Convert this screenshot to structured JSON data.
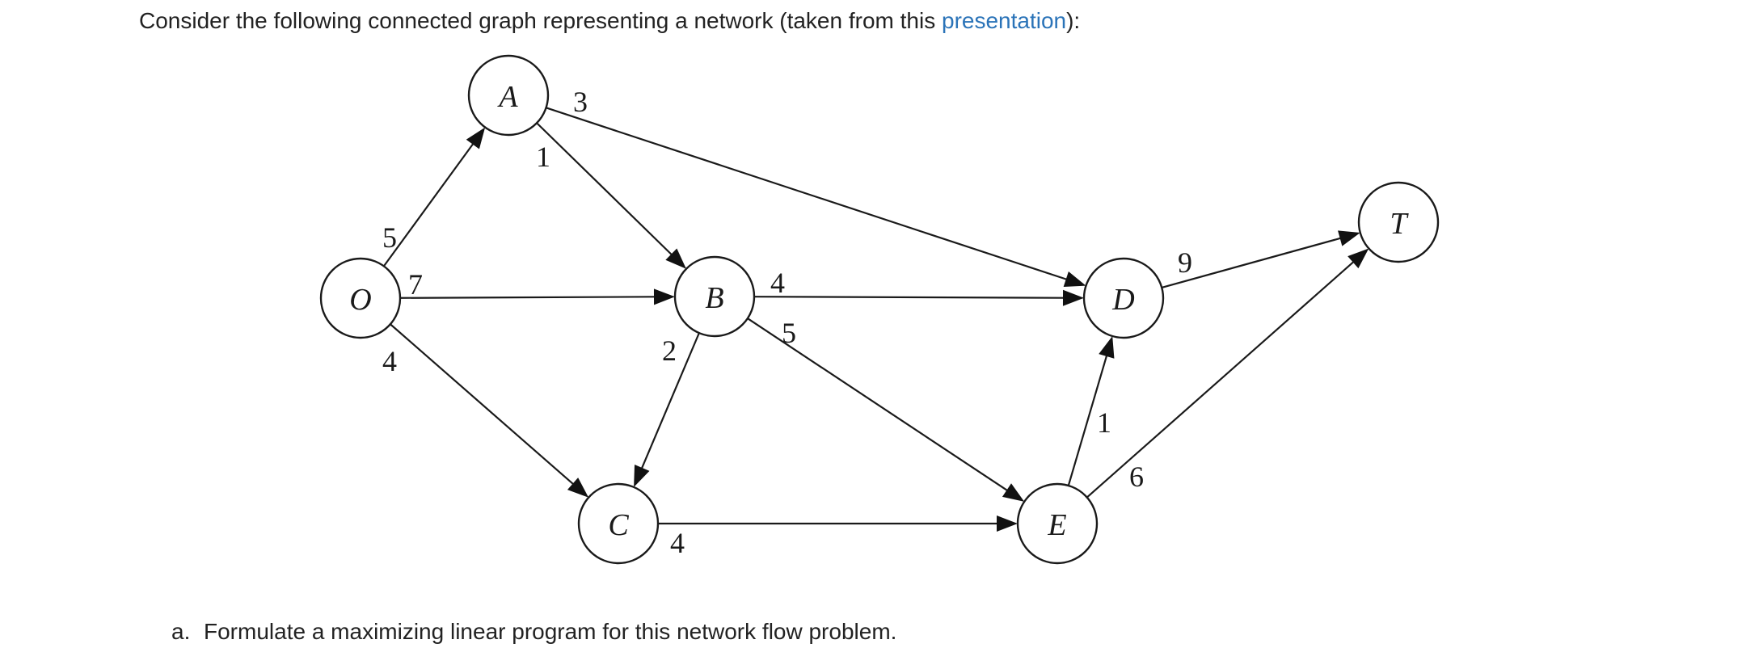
{
  "intro": {
    "before": "Consider the following connected graph representing a network (taken from this ",
    "link_text": "presentation",
    "after": "):"
  },
  "graph": {
    "nodes": [
      {
        "id": "O",
        "label": "O"
      },
      {
        "id": "A",
        "label": "A"
      },
      {
        "id": "B",
        "label": "B"
      },
      {
        "id": "C",
        "label": "C"
      },
      {
        "id": "D",
        "label": "D"
      },
      {
        "id": "E",
        "label": "E"
      },
      {
        "id": "T",
        "label": "T"
      }
    ],
    "edges": [
      {
        "from": "O",
        "to": "A",
        "capacity": "5"
      },
      {
        "from": "O",
        "to": "B",
        "capacity": "7"
      },
      {
        "from": "O",
        "to": "C",
        "capacity": "4"
      },
      {
        "from": "A",
        "to": "B",
        "capacity": "1"
      },
      {
        "from": "A",
        "to": "D",
        "capacity": "3"
      },
      {
        "from": "B",
        "to": "C",
        "capacity": "2"
      },
      {
        "from": "B",
        "to": "D",
        "capacity": "4"
      },
      {
        "from": "B",
        "to": "E",
        "capacity": "5"
      },
      {
        "from": "C",
        "to": "E",
        "capacity": "4"
      },
      {
        "from": "E",
        "to": "D",
        "capacity": "1"
      },
      {
        "from": "D",
        "to": "T",
        "capacity": "9"
      },
      {
        "from": "E",
        "to": "T",
        "capacity": "6"
      }
    ]
  },
  "tasks": [
    {
      "marker": "a.",
      "text": "Formulate a maximizing linear program for this network flow problem."
    }
  ]
}
